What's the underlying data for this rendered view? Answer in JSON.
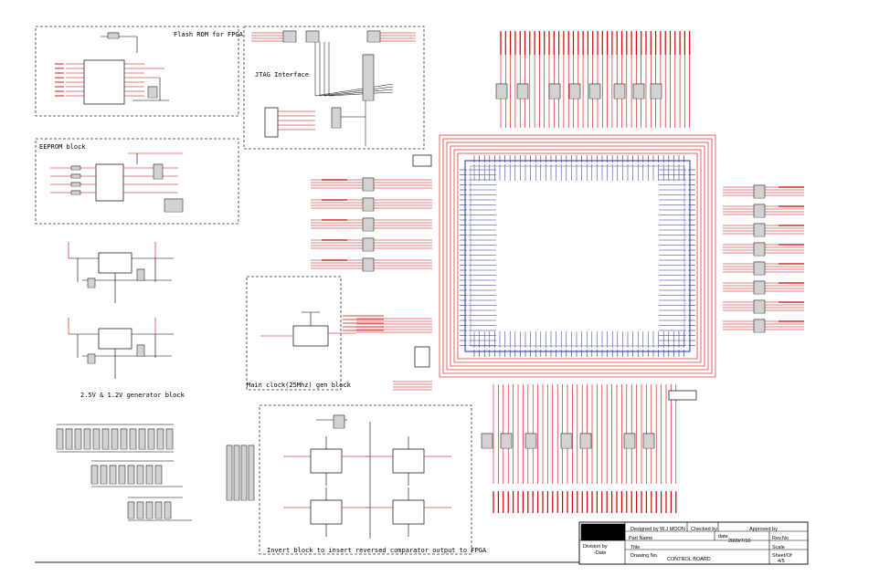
{
  "blocks": {
    "flash_rom": "Flash ROM for FPGA",
    "jtag": "JTAG Interface",
    "eeprom": "EEPROM block",
    "regulator": "2.5V & 1.2V generator block",
    "main_clock": "Main clock(25Mhz) gen block",
    "invert": "Invert block to insert reversed comparator output to FPGA"
  },
  "title_block": {
    "designed_by_label": "Designed by",
    "designed_by": "W.J MOON",
    "checked_by_label": "Checked by",
    "approved_by_label": "Approved by",
    "part_name_label": "Part Name",
    "date_label": "date",
    "date": "2009/7/10",
    "rev_label": "Rev.No",
    "division_label": "Division by",
    "division_sub": "-Date",
    "title_label": "Title",
    "scale_label": "Scale",
    "drawing_no_label": "Drawing No.",
    "drawing_title": "CONTROL BOARD",
    "sheet_label": "Sheet/Of",
    "sheet": "4/5"
  },
  "colors": {
    "wire": "#cc0000",
    "component": "#000000",
    "fpga": "#1f2f9a",
    "frame": "#222222"
  }
}
